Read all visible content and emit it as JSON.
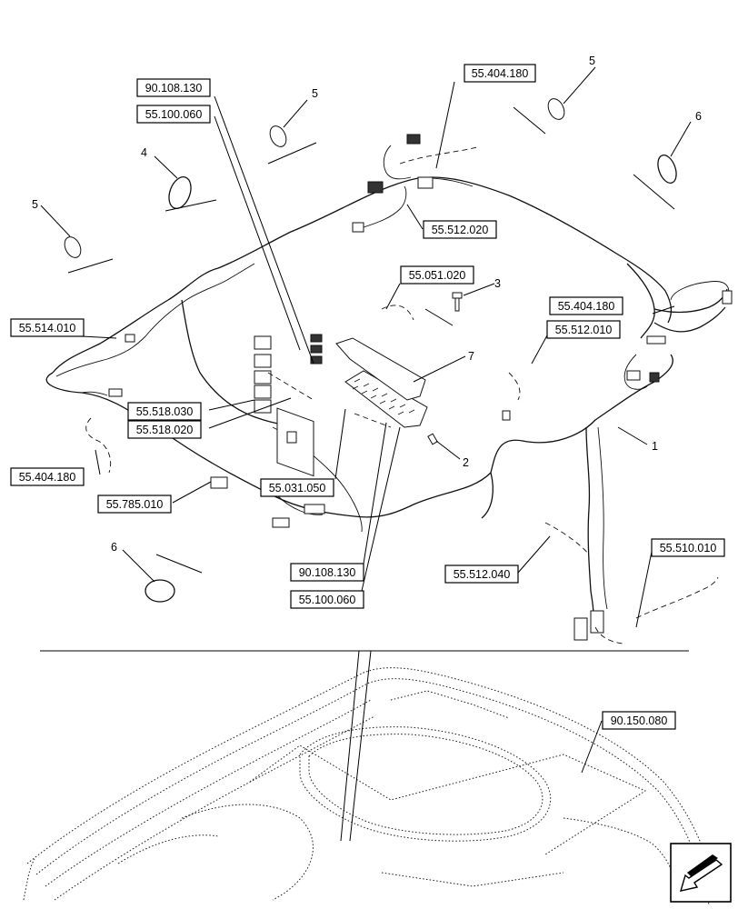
{
  "references": {
    "r_90_108_130_top": "90.108.130",
    "r_55_100_060_top": "55.100.060",
    "r_55_404_180_top": "55.404.180",
    "r_55_512_020": "55.512.020",
    "r_55_051_020": "55.051.020",
    "r_55_404_180_right": "55.404.180",
    "r_55_512_010": "55.512.010",
    "r_55_514_010": "55.514.010",
    "r_55_518_030": "55.518.030",
    "r_55_518_020": "55.518.020",
    "r_55_404_180_left": "55.404.180",
    "r_55_785_010": "55.785.010",
    "r_55_031_050": "55.031.050",
    "r_90_108_130_bottom": "90.108.130",
    "r_55_100_060_bottom": "55.100.060",
    "r_55_512_040": "55.512.040",
    "r_55_510_010": "55.510.010",
    "r_90_150_080": "90.150.080"
  },
  "callouts": {
    "c1": "1",
    "c2": "2",
    "c3": "3",
    "c4": "4",
    "c5_left": "5",
    "c5_mid": "5",
    "c5_right": "5",
    "c6_right": "6",
    "c6_bottom": "6",
    "c7": "7"
  },
  "icons": {
    "navigation": "arrow-icon"
  }
}
